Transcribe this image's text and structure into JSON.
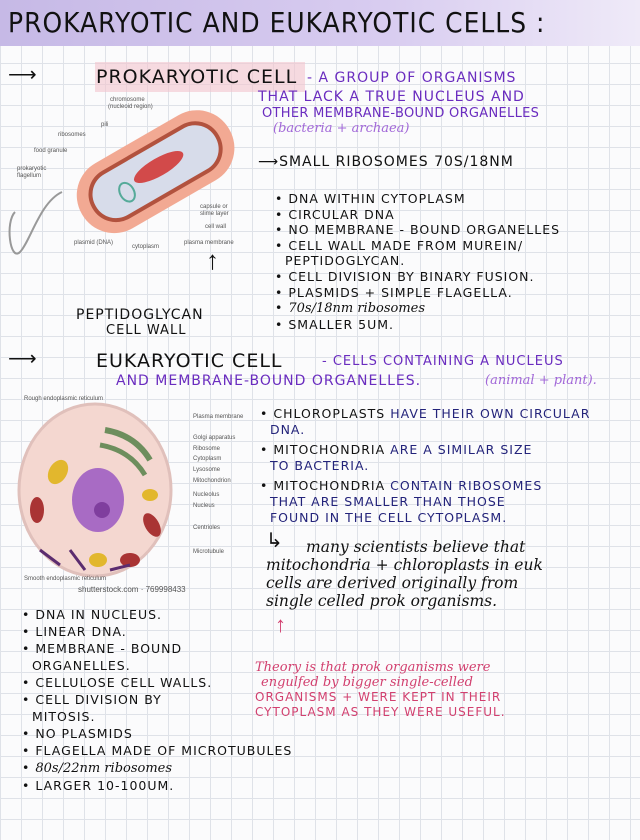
{
  "title": "PROKARYOTIC AND EUKARYOTIC CELLS :",
  "prokaryotic": {
    "heading": "PROKARYOTIC CELL",
    "definition": [
      "- A GROUP OF ORGANISMS",
      "THAT LACK A TRUE NUCLEUS AND",
      "OTHER MEMBRANE-BOUND ORGANELLES"
    ],
    "examples": "(bacteria + archaea)",
    "ribosomes_note": "SMALL RIBOSOMES 70s/18nm",
    "bullets": [
      "DNA WITHIN CYTOPLASM",
      "CIRCULAR DNA",
      "NO MEMBRANE - BOUND ORGANELLES",
      "CELL WALL MADE FROM MUREIN/",
      "PEPTIDOGLYCAN.",
      "CELL DIVISION BY BINARY FUSION.",
      "PLASMIDS + SIMPLE FLAGELLA.",
      "70s/18nm ribosomes",
      "SMALLER 5um."
    ],
    "cell_wall_label": [
      "PEPTIDOGLYCAN",
      "CELL WALL"
    ],
    "diagram_labels": [
      "chromosome",
      "(nucleoid region)",
      "pili",
      "ribosomes",
      "food granule",
      "prokaryotic",
      "flagellum",
      "capsule or",
      "slime layer",
      "cell wall",
      "plasmid (DNA)",
      "cytoplasm",
      "plasma membrane"
    ]
  },
  "eukaryotic": {
    "heading": "EUKARYOTIC CELL",
    "definition": [
      "- CELLS CONTAINING A NUCLEUS",
      "AND MEMBRANE-BOUND ORGANELLES."
    ],
    "examples": "(animal + plant).",
    "right_bullets": [
      {
        "lead": "CHLOROPLASTS",
        "rest": "HAVE THEIR OWN CIRCULAR",
        "cont": "DNA."
      },
      {
        "lead": "MITOCHONDRIA",
        "rest": "ARE A SIMILAR SIZE",
        "cont": "TO BACTERIA."
      },
      {
        "lead": "MITOCHONDRIA",
        "rest": "CONTAIN RIBOSOMES",
        "cont": "THAT ARE SMALLER THAN THOSE",
        "cont2": "FOUND IN THE CELL CYTOPLASM."
      }
    ],
    "note": [
      "many scientists believe that",
      "mitochondria + chloroplasts in euk",
      "cells are derived originally from",
      "single celled prok organisms."
    ],
    "theory": [
      "Theory is that prok organisms were",
      "engulfed by bigger single-celled",
      "organisms + WERE KEPT IN THEIR",
      "CYTOPLASM AS THEY WERE USEFUL."
    ],
    "left_bullets": [
      "DNA IN NUCLEUS.",
      "LINEAR DNA.",
      "MEMBRANE - BOUND",
      "ORGANELLES.",
      "CELLULOSE CELL WALLS.",
      "CELL DIVISION BY",
      "MITOSIS.",
      "NO PLASMIDS",
      "FLAGELLA MADE OF MICROTUBULES",
      "80s/22nm ribosomes",
      "LARGER 10-100um."
    ],
    "diagram_labels": [
      "Rough endoplasmic reticulum",
      "Plasma membrane",
      "Golgi apparatus",
      "Ribosome",
      "Cytoplasm",
      "Lysosome",
      "Mitochondrion",
      "Nucleolus",
      "Nucleus",
      "Centrioles",
      "Microtubule",
      "Smooth endoplasmic reticulum"
    ],
    "credit": "shutterstock.com · 769998433"
  }
}
